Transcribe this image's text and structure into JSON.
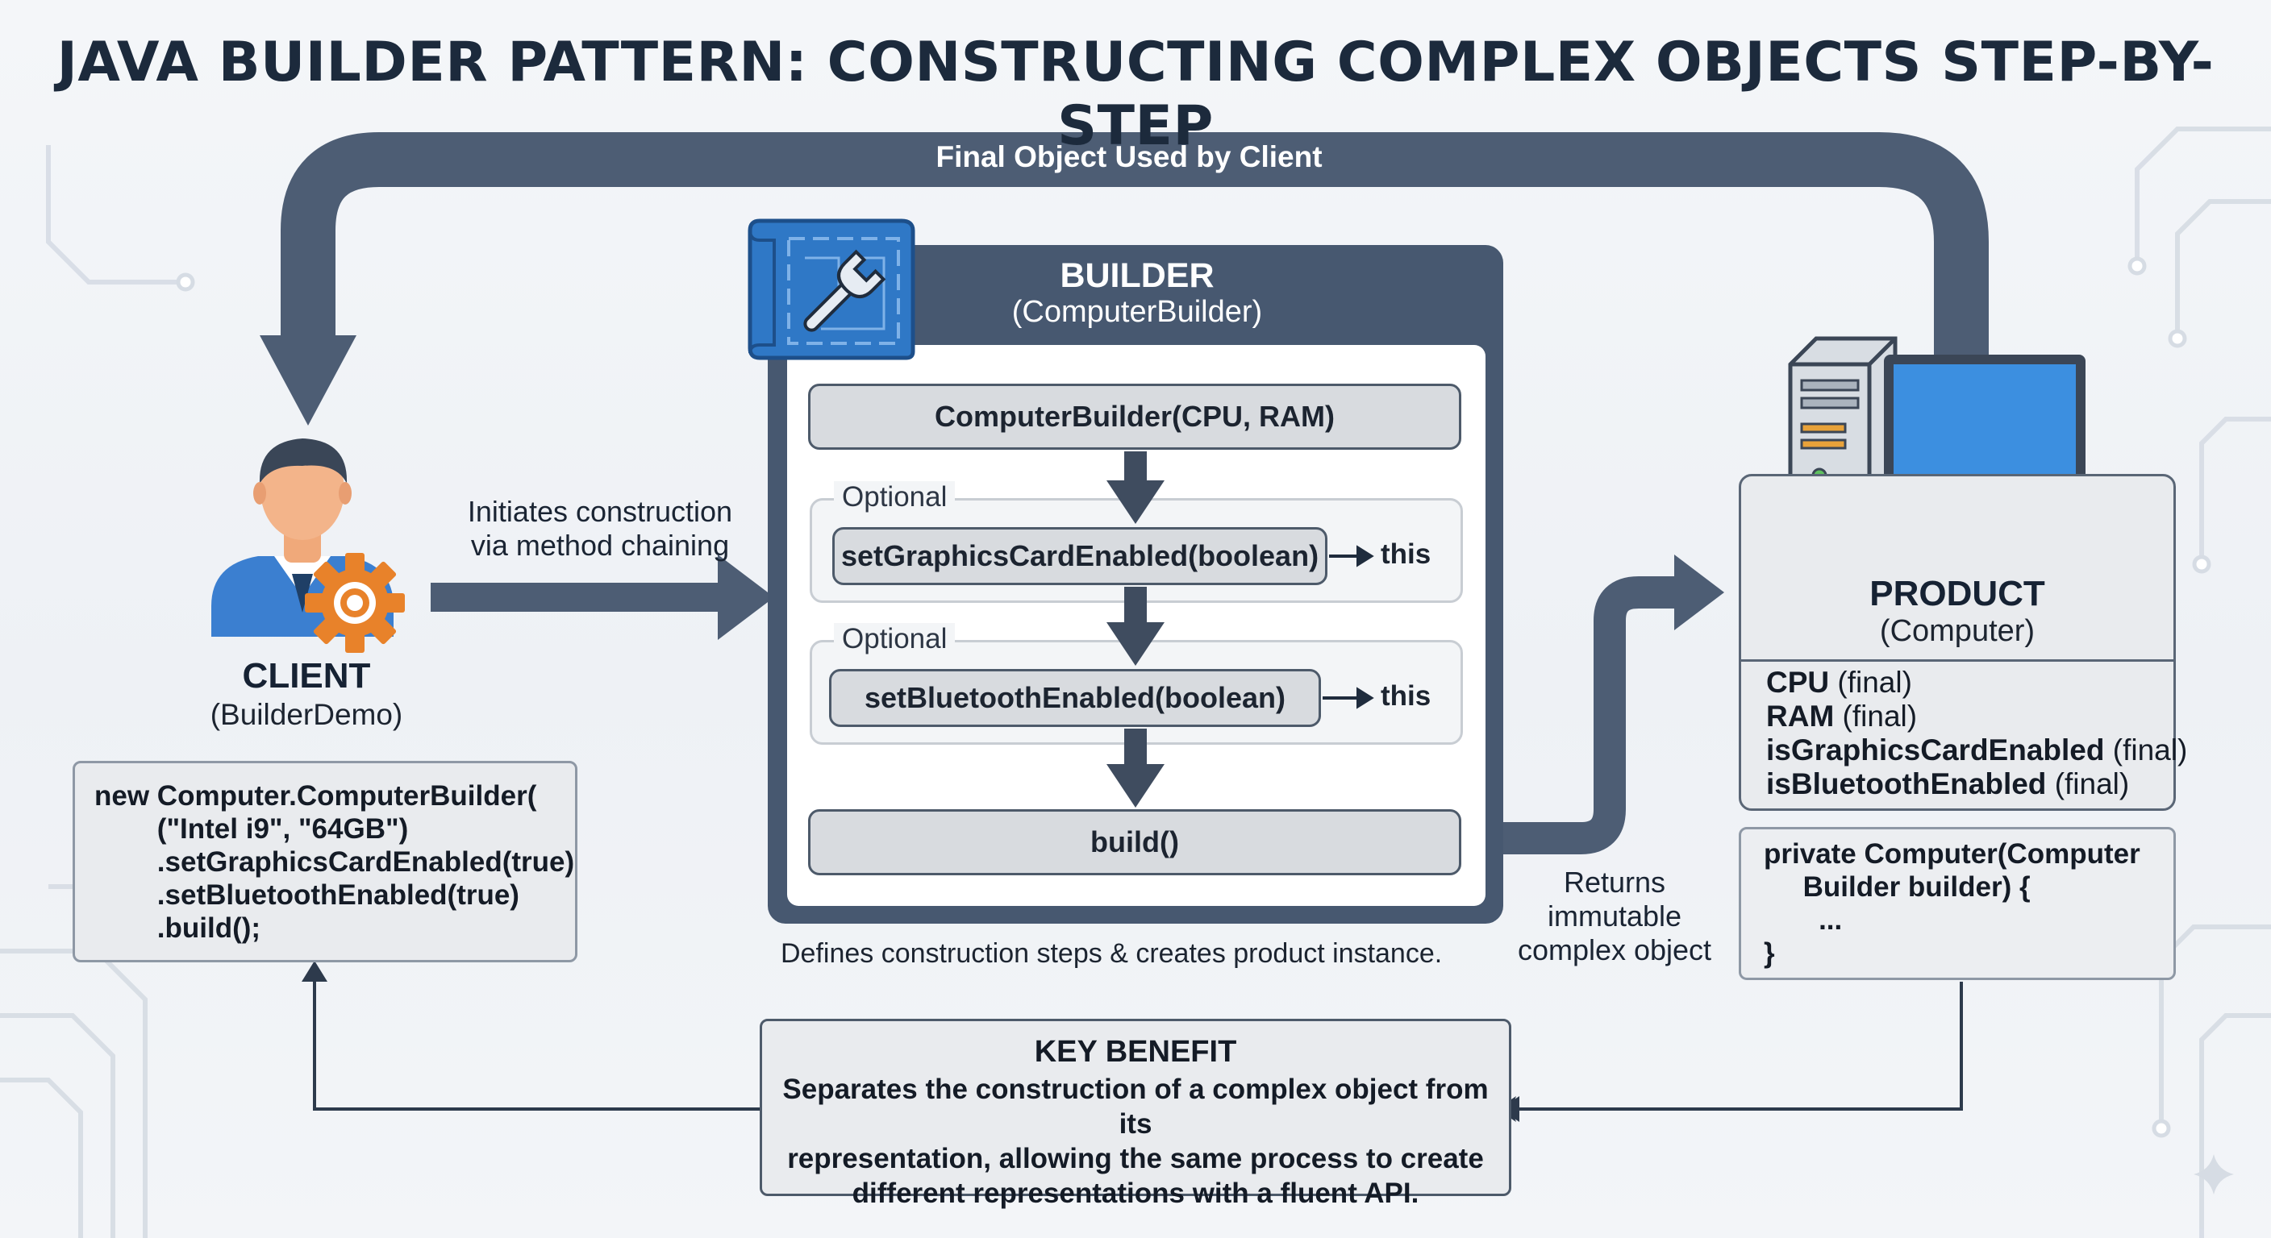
{
  "title": "JAVA BUILDER PATTERN: CONSTRUCTING COMPLEX OBJECTS STEP-BY-STEP",
  "loop_label": "Final Object Used by Client",
  "client": {
    "title": "CLIENT",
    "subtitle": "(BuilderDemo)",
    "arrow_label_1": "Initiates construction",
    "arrow_label_2": "via method chaining",
    "code": [
      "new Computer.ComputerBuilder(",
      "        (\"Intel i9\", \"64GB\")",
      "        .setGraphicsCardEnabled(true)",
      "        .setBluetoothEnabled(true)",
      "        .build();"
    ]
  },
  "builder": {
    "title": "BUILDER",
    "subtitle": "(ComputerBuilder)",
    "steps": {
      "constructor": "ComputerBuilder(CPU, RAM)",
      "optional_label_1": "Optional",
      "graphics": "setGraphicsCardEnabled(boolean)",
      "optional_label_2": "Optional",
      "bluetooth": "setBluetoothEnabled(boolean)",
      "build": "build()",
      "return_this_1": "this",
      "return_this_2": "this"
    },
    "caption": "Defines construction steps & creates product instance."
  },
  "returns": [
    "Returns",
    "immutable",
    "complex object"
  ],
  "product": {
    "title": "PRODUCT",
    "subtitle": "(Computer)",
    "fields": [
      {
        "name": "CPU",
        "qualifier": "(final)"
      },
      {
        "name": "RAM",
        "qualifier": "(final)"
      },
      {
        "name": "isGraphicsCardEnabled",
        "qualifier": "(final)"
      },
      {
        "name": "isBluetoothEnabled",
        "qualifier": "(final)"
      }
    ],
    "code": [
      "private Computer(Computer",
      "     Builder builder) {",
      "       ...",
      "}"
    ]
  },
  "benefit": {
    "title": "KEY BENEFIT",
    "lines": [
      "Separates the construction of a complex object from its",
      "representation, allowing the same process to create",
      "different representations with a fluent API."
    ]
  },
  "colors": {
    "arrow": "#4d5d74",
    "accent_blue": "#2f78c6",
    "gear_orange": "#e8822a",
    "dark_text": "#1c2a3c"
  }
}
